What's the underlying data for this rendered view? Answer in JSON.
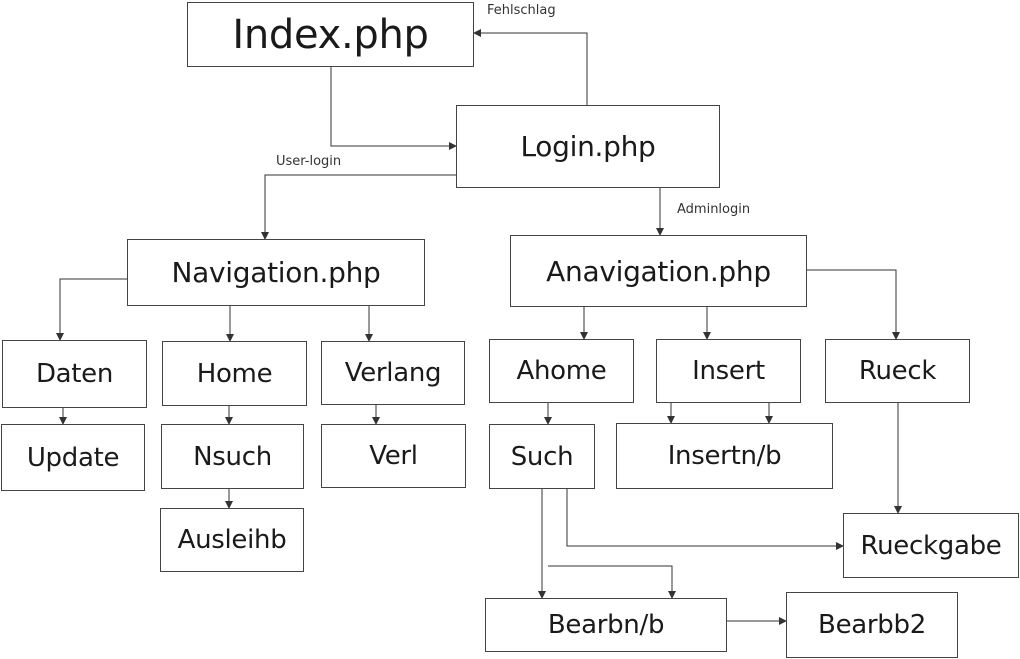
{
  "nodes": {
    "index": "Index.php",
    "login": "Login.php",
    "navigation": "Navigation.php",
    "anavigation": "Anavigation.php",
    "daten": "Daten",
    "home": "Home",
    "verlang": "Verlang",
    "update": "Update",
    "nsuch": "Nsuch",
    "verl": "Verl",
    "ausleihb": "Ausleihb",
    "ahome": "Ahome",
    "insert": "Insert",
    "rueck": "Rueck",
    "such": "Such",
    "insertnb": "Insertn/b",
    "rueckgabe": "Rueckgabe",
    "bearbnb": "Bearbn/b",
    "bearbb2": "Bearbb2"
  },
  "edge_labels": {
    "fehlschlag": "Fehlschlag",
    "user_login": "User-login",
    "adminlogin": "Adminlogin"
  },
  "colors": {
    "line": "#333333",
    "border": "#444444",
    "text": "#1a1a1a"
  }
}
